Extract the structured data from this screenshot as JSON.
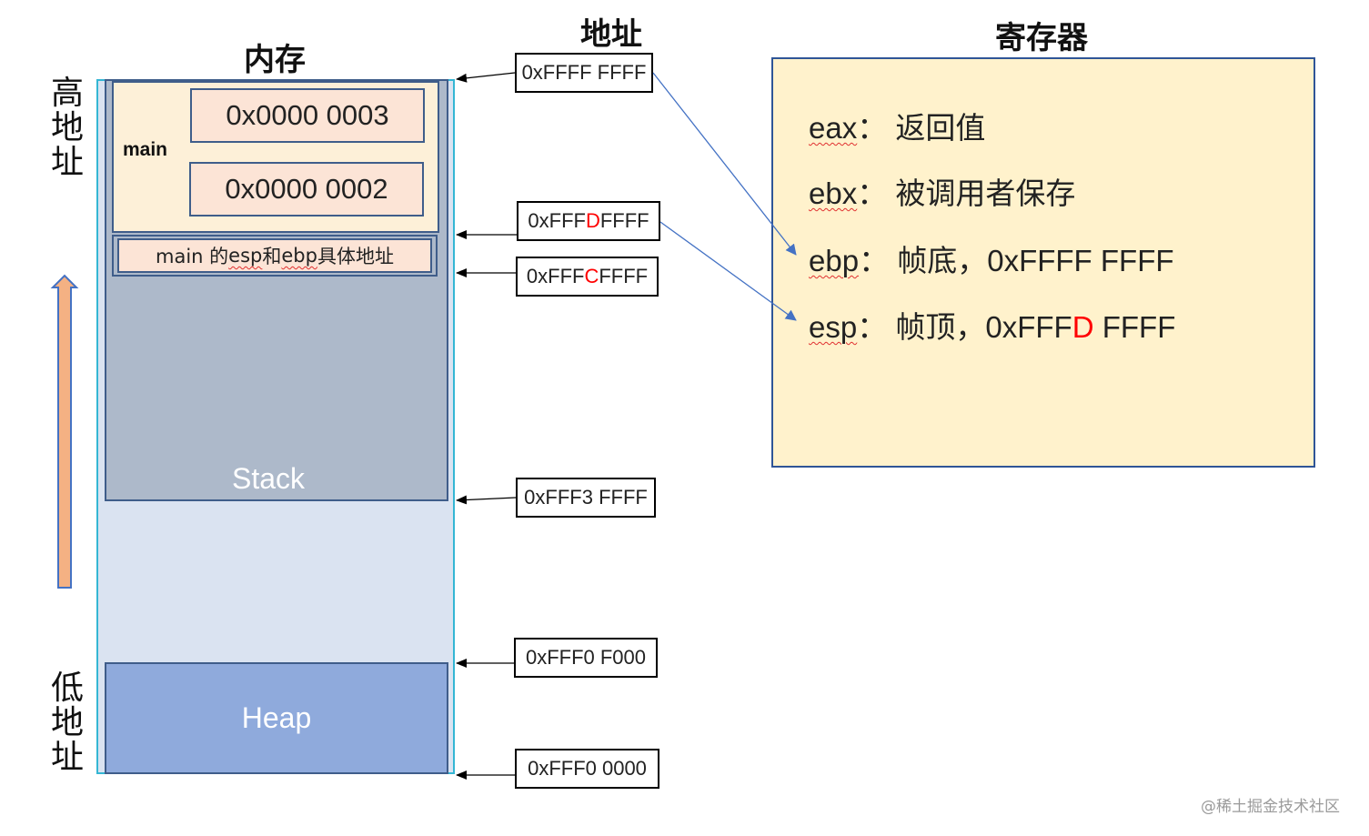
{
  "titles": {
    "memory": "内存",
    "address": "地址",
    "registers": "寄存器"
  },
  "side_labels": {
    "high": "高地址",
    "low": "低地址"
  },
  "memory": {
    "stack_label": "Stack",
    "heap_label": "Heap",
    "main_label": "main",
    "values": [
      "0x0000 0003",
      "0x0000 0002"
    ],
    "esp_ebp_box": {
      "prefix": "main 的 ",
      "esp": "esp",
      "mid": " 和 ",
      "ebp": "ebp",
      "suffix": " 具体地址"
    }
  },
  "addresses": [
    {
      "pre": "0xFFFF FFFF",
      "red": "",
      "post": ""
    },
    {
      "pre": "0xFFF",
      "red": "D",
      "post": " FFFF"
    },
    {
      "pre": "0xFFF",
      "red": "C",
      "post": " FFFF"
    },
    {
      "pre": "0xFFF3 FFFF",
      "red": "",
      "post": ""
    },
    {
      "pre": "0xFFF0 F000",
      "red": "",
      "post": ""
    },
    {
      "pre": "0xFFF0 0000",
      "red": "",
      "post": ""
    }
  ],
  "registers": [
    {
      "name": "eax",
      "sep": "： ",
      "desc": "返回值",
      "red": "",
      "post": ""
    },
    {
      "name": "ebx",
      "sep": "： ",
      "desc": "被调用者保存",
      "red": "",
      "post": ""
    },
    {
      "name": "ebp",
      "sep": "： ",
      "desc": "帧底，0xFFFF FFFF",
      "red": "",
      "post": ""
    },
    {
      "name": "esp",
      "sep": "： ",
      "desc": "帧顶，0xFFF",
      "red": "D",
      "post": " FFFF"
    }
  ],
  "watermark": "@稀土掘金技术社区",
  "colors": {
    "memory_bg": "#dae3f1",
    "memory_border": "#34b6d4",
    "stack_bg": "#adb9ca",
    "main_frame_bg": "#fdf0d8",
    "value_box_bg": "#fce4d6",
    "heap_bg": "#8faadc",
    "register_panel_bg": "#fff2cc",
    "growth_arrow": "#f4b183",
    "highlight": "#ff0000",
    "connector": "#4472c4"
  }
}
